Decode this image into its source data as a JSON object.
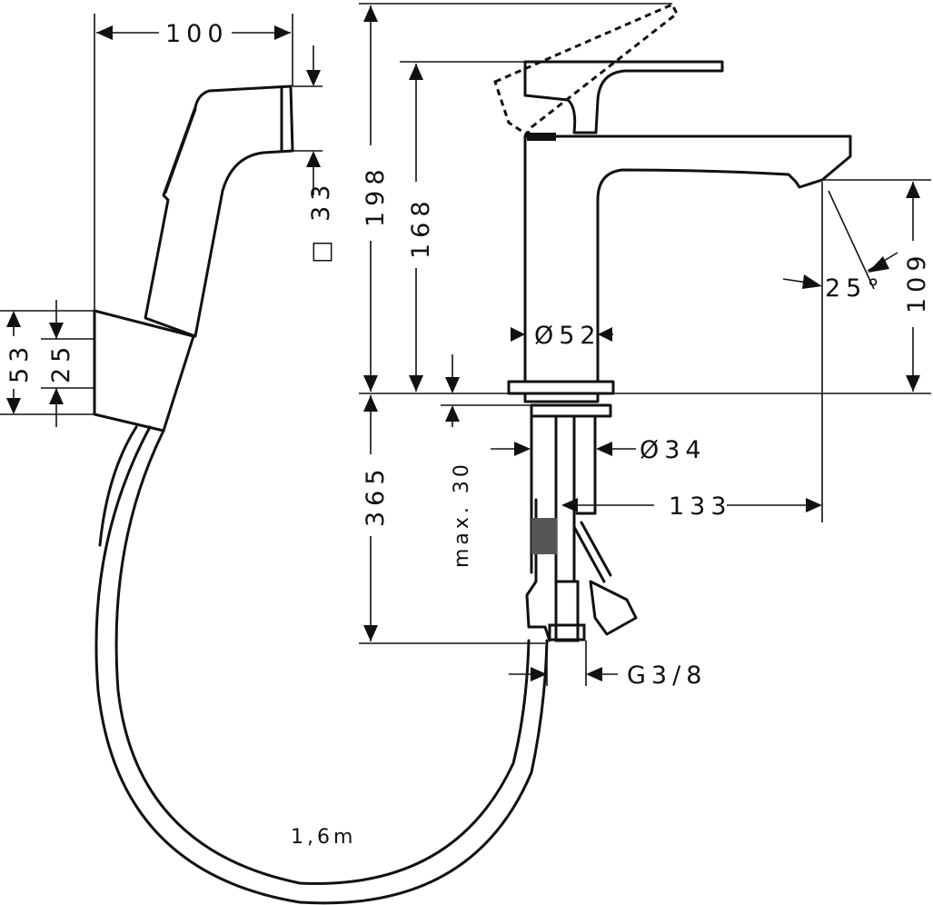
{
  "dimensions": {
    "handshower_width": "100",
    "nozzle_square": "□ 33",
    "holder_height": "53",
    "holder_inner": "25",
    "height_total": "198",
    "height_spout": "168",
    "spout_angle": "25°",
    "spout_height": "109",
    "base_diameter": "Ø52",
    "below_deck": "365",
    "max_deck": "max. 30",
    "shank_diameter": "Ø34",
    "reach": "133",
    "connection": "G3/8",
    "hose_length": "1,6m"
  }
}
